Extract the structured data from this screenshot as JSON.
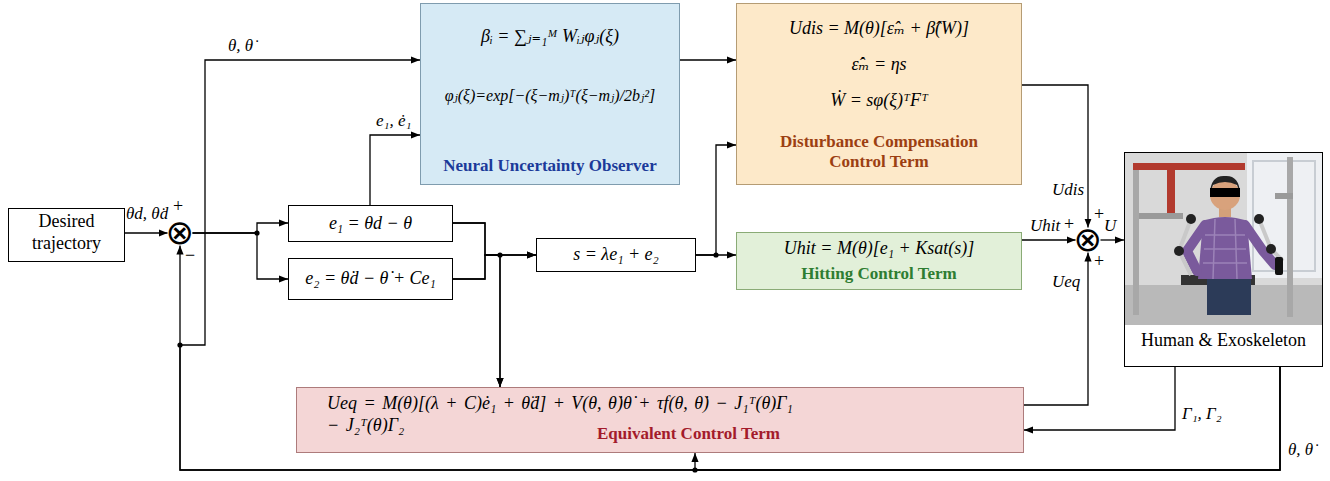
{
  "diagram": {
    "nodes": [
      {
        "text": [
          "Desired trajectory"
        ]
      },
      {
        "text": [
          "⊗"
        ]
      },
      {
        "text": [
          "e₁ = θd − θ"
        ]
      },
      {
        "text": [
          "e₂ = θ̇d − θ̇ + Ce₁"
        ]
      },
      {
        "text": [
          "βᵢ = ∑ⱼ₌₁ᴹ Wᵢⱼφⱼ(ξ)",
          "φⱼ(ξ)=exp[−(ξ−mⱼ)ᵀ(ξ−mⱼ)/2bⱼ²]",
          "Neural Uncertainty Observer"
        ]
      },
      {
        "text": [
          "s = λe₁ + e₂"
        ]
      },
      {
        "text": [
          "Udis = M(θ)[ε̂ₘ + β̂(W)]",
          "ε̂̇ₘ = ηs",
          "Ẇ = sφ(ξ)ᵀFᵀ",
          "Disturbance Compensation Control Term"
        ]
      },
      {
        "text": [
          "Uhit = M(θ)[e₁ + Ksat(s)]",
          "Hitting Control Term"
        ]
      },
      {
        "text": [
          "Ueq = M(θ)[(λ + C)ė₁ + θ̈d] + V(θ, θ̇)θ̇ + τf(θ, θ̇) − J₁ᵀ(θ)Γ₁ − J₂ᵀ(θ)Γ₂",
          "Equivalent Control Term"
        ]
      },
      {
        "text": [
          "⊗"
        ]
      },
      {
        "text": [
          "Human & Exoskeleton"
        ]
      }
    ],
    "edges": [
      {
        "from": 0,
        "to": 1,
        "arrow": "to",
        "label": "θd, θ̇d"
      },
      {
        "from": 1,
        "to": 2,
        "arrow": "to"
      },
      {
        "from": 1,
        "to": 3,
        "arrow": "to"
      },
      {
        "from": 2,
        "to": 4,
        "arrow": "to",
        "label": "e₁, ė₁"
      },
      {
        "from": 2,
        "to": 5,
        "arrow": "to"
      },
      {
        "from": 3,
        "to": 5,
        "arrow": "to"
      },
      {
        "from": 2,
        "to": 8,
        "arrow": "to"
      },
      {
        "from": 3,
        "to": 8,
        "arrow": "to"
      },
      {
        "from": 5,
        "to": 6,
        "arrow": "to"
      },
      {
        "from": 5,
        "to": 7,
        "arrow": "to"
      },
      {
        "from": 4,
        "to": 6,
        "arrow": "to"
      },
      {
        "from": 6,
        "to": 9,
        "arrow": "to",
        "label": "Udis"
      },
      {
        "from": 7,
        "to": 9,
        "arrow": "to",
        "label": "Uhit"
      },
      {
        "from": 8,
        "to": 9,
        "arrow": "to",
        "label": "Ueq"
      },
      {
        "from": 9,
        "to": 10,
        "arrow": "to",
        "label": "U"
      },
      {
        "from": 10,
        "to": 1,
        "arrow": "to",
        "label": "θ, θ̇"
      },
      {
        "from": 10,
        "to": 4,
        "arrow": "to",
        "label": "θ, θ̇"
      },
      {
        "from": 10,
        "to": 8,
        "arrow": "to"
      },
      {
        "from": 10,
        "to": 8,
        "arrow": "to",
        "label": "Γ₁, Γ₂"
      }
    ],
    "labels": [
      "+",
      "−",
      "+",
      "+",
      "+"
    ]
  }
}
